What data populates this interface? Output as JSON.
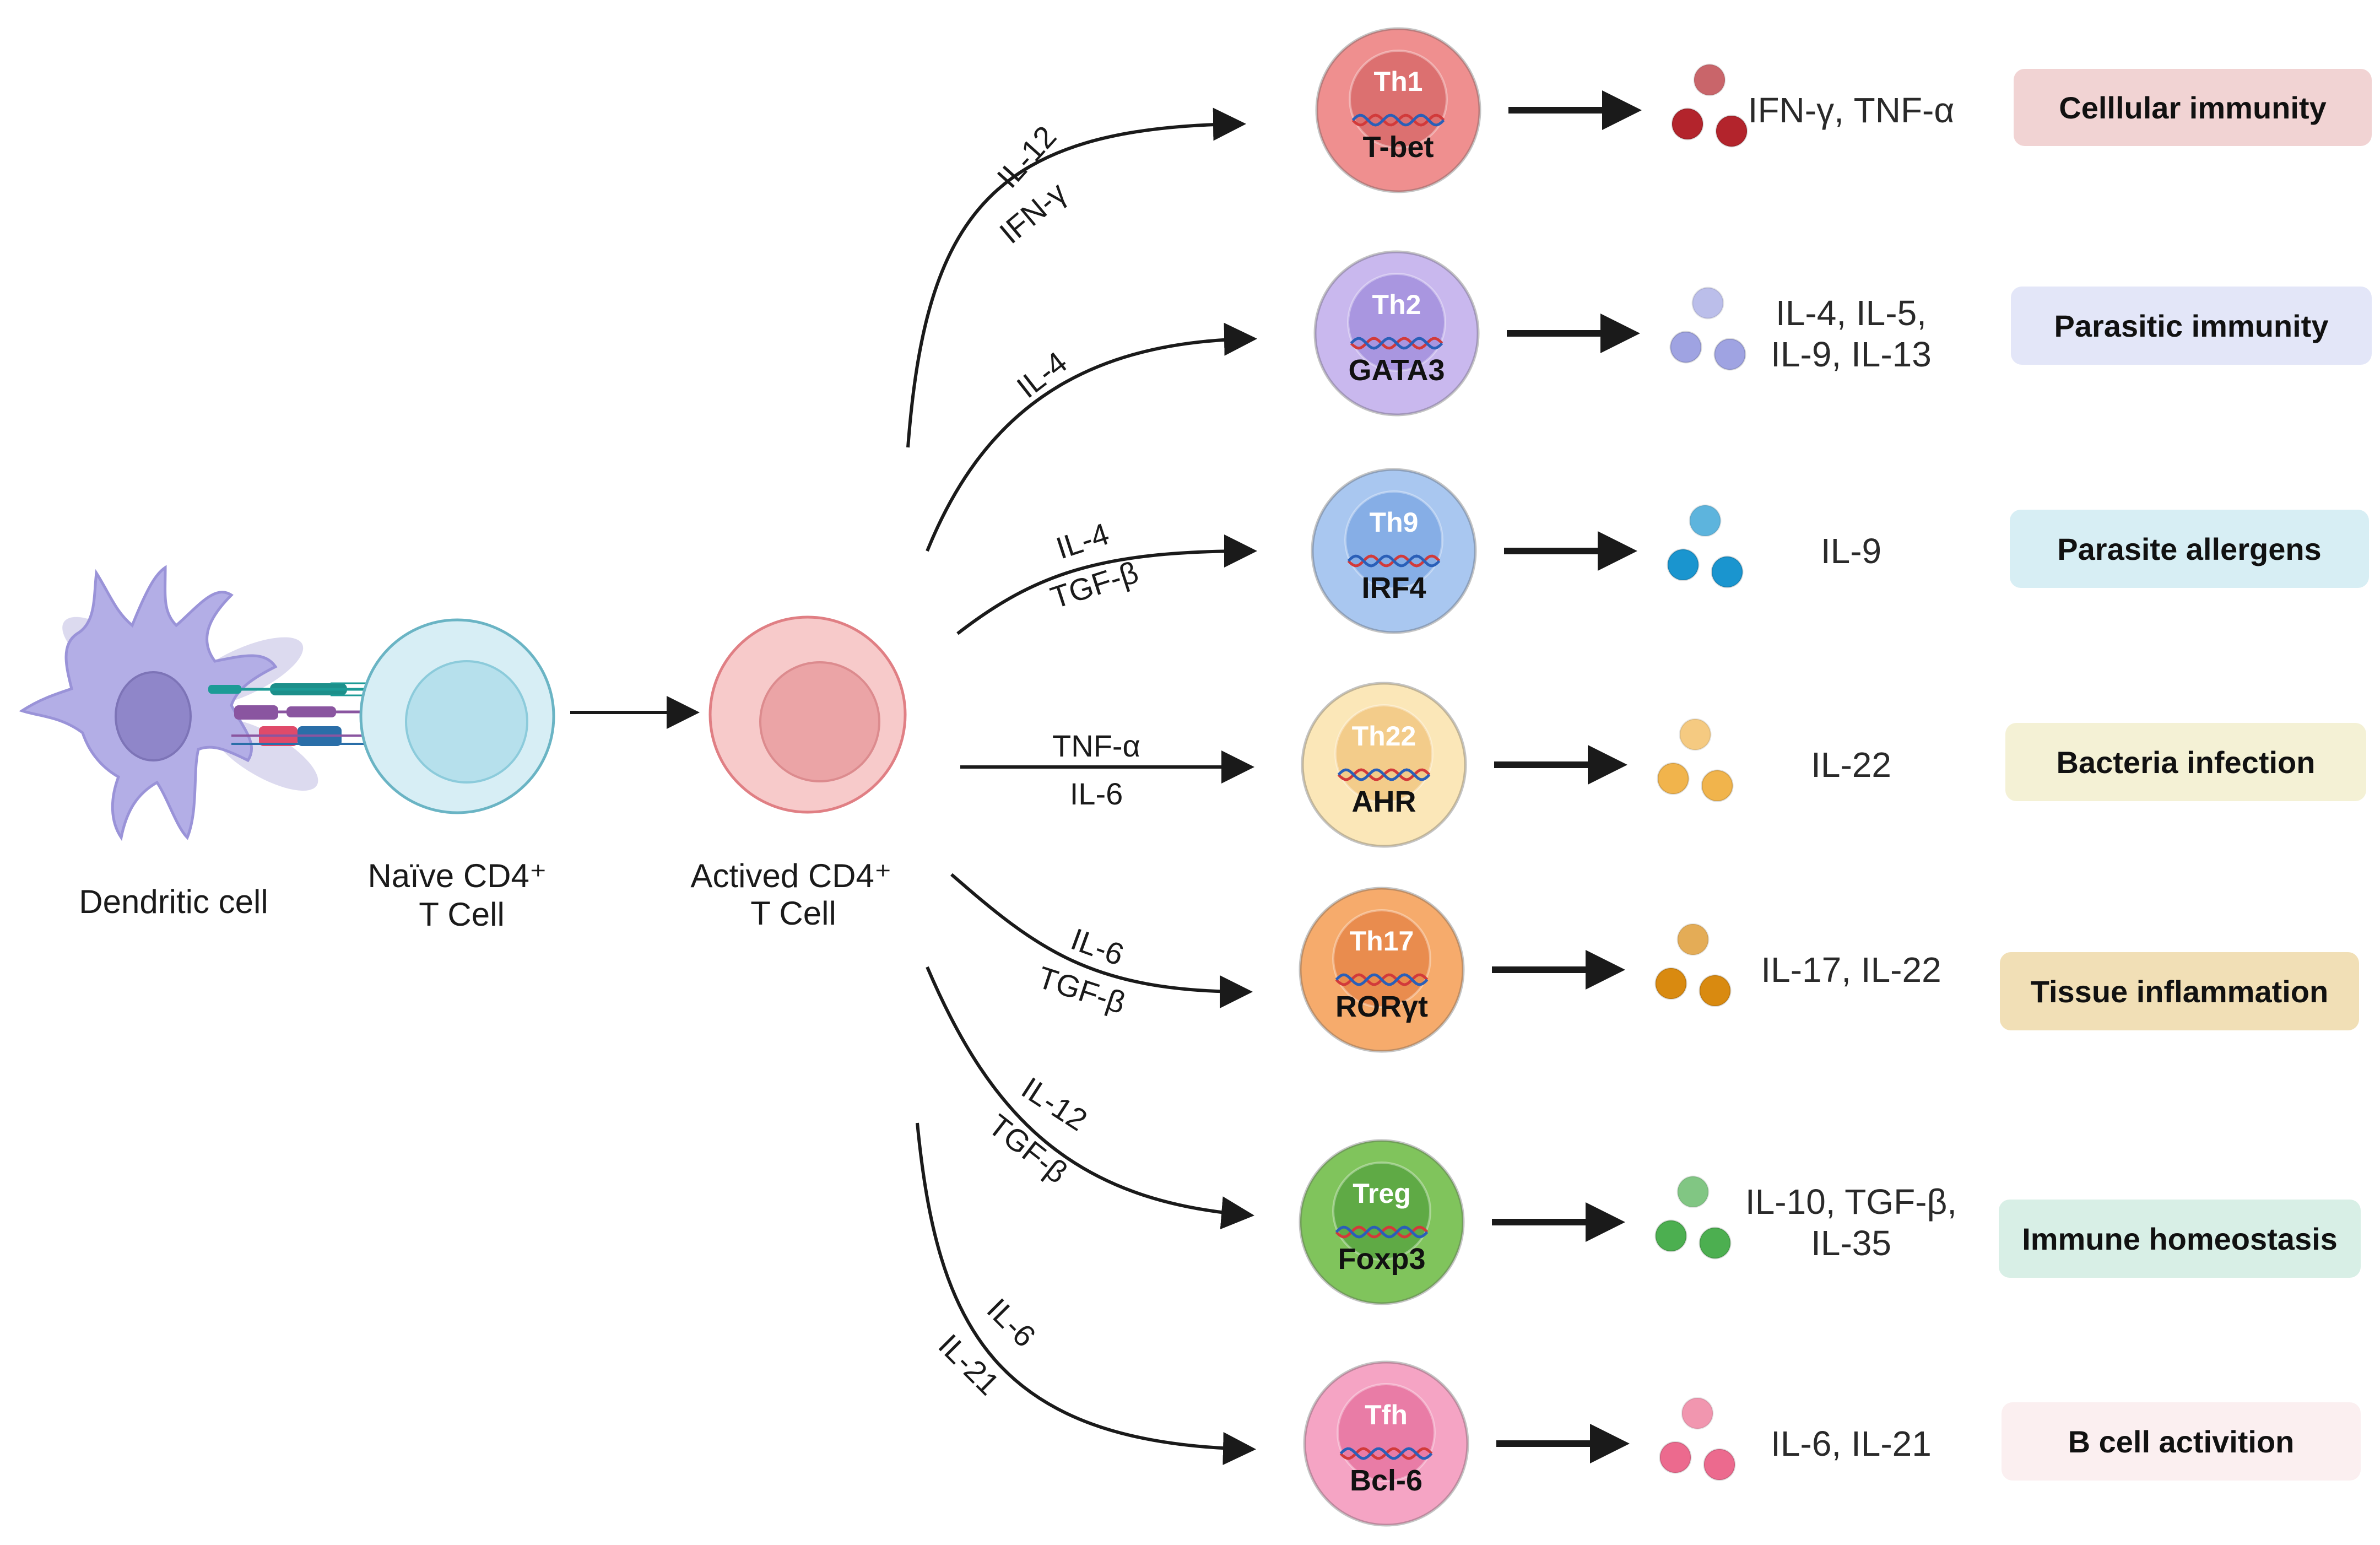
{
  "stages": {
    "dendritic": "Dendritic cell",
    "naive_line1": "Naïve CD4⁺",
    "naive_line2": "T Cell",
    "activated_line1": "Actived CD4⁺",
    "activated_line2": "T Cell"
  },
  "subsets": [
    {
      "name": "Th1",
      "tf": "T-bet",
      "inducers": [
        "IL-12",
        "IFN-γ"
      ],
      "cytokines": [
        "IFN-γ, TNF-α"
      ],
      "outcome": "Celllular immunity",
      "colors": {
        "outer": "#ef8f8f",
        "inner": "#dc7070",
        "dot": "#b3242c",
        "box": "#f1d3d3"
      }
    },
    {
      "name": "Th2",
      "tf": "GATA3",
      "inducers": [
        "IL-4"
      ],
      "cytokines": [
        "IL-4, IL-5,",
        "IL-9, IL-13"
      ],
      "outcome": "Parasitic immunity",
      "colors": {
        "outer": "#c9b8ee",
        "inner": "#a996e0",
        "dot": "#9fa3e2",
        "box": "#e3e6f8"
      }
    },
    {
      "name": "Th9",
      "tf": "IRF4",
      "inducers": [
        "IL-4",
        "TGF-β"
      ],
      "cytokines": [
        "IL-9"
      ],
      "outcome": "Parasite allergens",
      "colors": {
        "outer": "#a9c7f0",
        "inner": "#86aee6",
        "dot": "#1a95cf",
        "box": "#d7eef4"
      }
    },
    {
      "name": "Th22",
      "tf": "AHR",
      "inducers": [
        "TNF-α",
        "IL-6"
      ],
      "cytokines": [
        "IL-22"
      ],
      "outcome": "Bacteria infection",
      "colors": {
        "outer": "#fbe7b8",
        "inner": "#f3cc8a",
        "dot": "#f1b44c",
        "box": "#f4f1d5"
      }
    },
    {
      "name": "Th17",
      "tf": "RORγt",
      "inducers": [
        "IL-6",
        "TGF-β"
      ],
      "cytokines": [
        "IL-17, IL-22"
      ],
      "outcome": "Tissue inflammation",
      "colors": {
        "outer": "#f6ab6c",
        "inner": "#e98c4e",
        "dot": "#d98a10",
        "box": "#f1dfb6"
      }
    },
    {
      "name": "Treg",
      "tf": "Foxp3",
      "inducers": [
        "IL-12",
        "TGF-β"
      ],
      "cytokines": [
        "IL-10, TGF-β,",
        "IL-35"
      ],
      "outcome": "Immune homeostasis",
      "colors": {
        "outer": "#80c45c",
        "inner": "#5faa45",
        "dot": "#4caf50",
        "box": "#d8efe6"
      }
    },
    {
      "name": "Tfh",
      "tf": "Bcl-6",
      "inducers": [
        "IL-6",
        "IL-21"
      ],
      "cytokines": [
        "IL-6, IL-21"
      ],
      "outcome": "B cell activition",
      "colors": {
        "outer": "#f5a4c4",
        "inner": "#e97ca6",
        "dot": "#ec6a8e",
        "box": "#fbeff0"
      }
    }
  ]
}
